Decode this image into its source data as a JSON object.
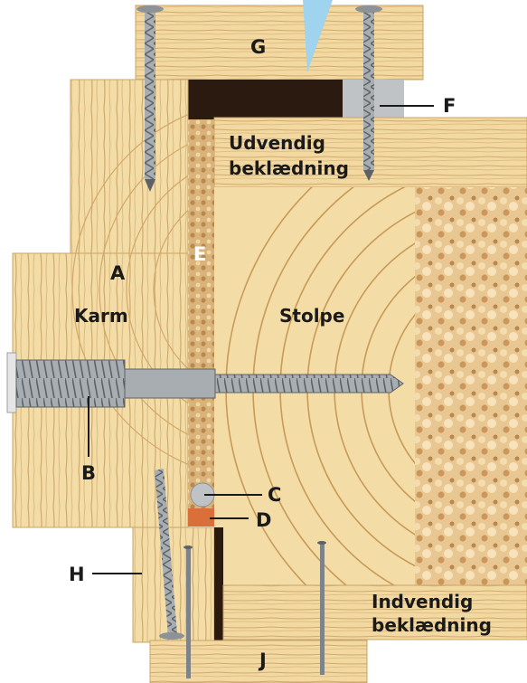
{
  "labels": {
    "a": "A",
    "b": "B",
    "c": "C",
    "d": "D",
    "e": "E",
    "f": "F",
    "g": "G",
    "h": "H",
    "j": "J",
    "karm": "Karm",
    "stolpe": "Stolpe",
    "udvendig_line1": "Udvendig",
    "udvendig_line2": "beklædning",
    "indvendig_line1": "Indvendig",
    "indvendig_line2": "beklædning"
  },
  "colors": {
    "wood_light": "#f3dca6",
    "wood_mid": "#e9c98a",
    "wood_grain": "#c89a57",
    "insulation": "#e6c48f",
    "insulation_dark": "#b9874e",
    "cavity": "#2a1a10",
    "metal": "#9aa0a4",
    "metal_dark": "#5c6266",
    "gasket_grey": "#bfc3c6",
    "sealant_orange": "#d9703a",
    "glass_blue": "#9fd3ee"
  }
}
